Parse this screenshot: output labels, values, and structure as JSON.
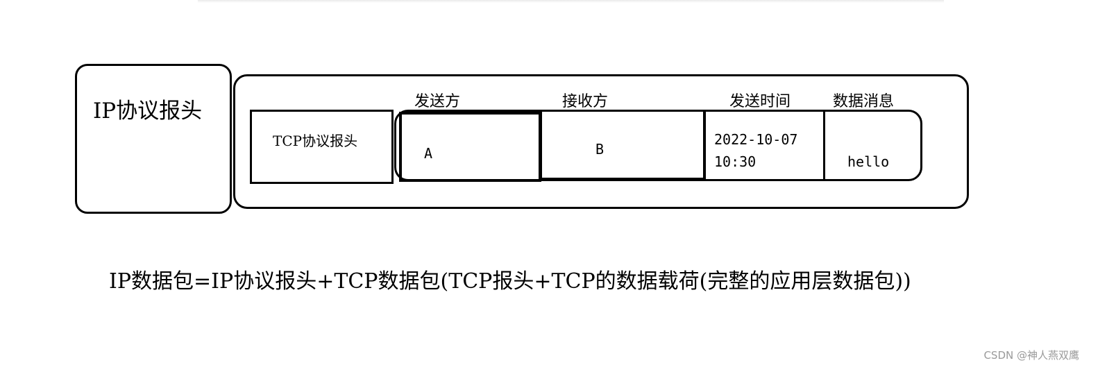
{
  "ip_header": "IP协议报头",
  "tcp_header": "TCP协议报头",
  "columns": {
    "sender": "发送方",
    "receiver": "接收方",
    "send_time": "发送时间",
    "message": "数据消息"
  },
  "values": {
    "sender": "A",
    "receiver": "B",
    "date": "2022-10-07",
    "time": "10:30",
    "message": "hello"
  },
  "caption": "IP数据包=IP协议报头+TCP数据包(TCP报头+TCP的数据载荷(完整的应用层数据包))",
  "watermark": "CSDN @神人燕双鹰"
}
